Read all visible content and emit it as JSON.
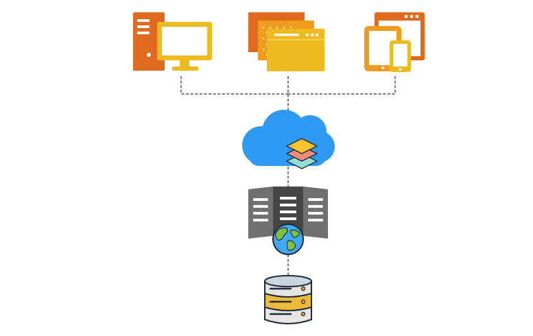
{
  "diagram": {
    "nodes": [
      {
        "id": "desktop",
        "icon": "desktop-computer-icon"
      },
      {
        "id": "web-apps",
        "icon": "browser-windows-icon"
      },
      {
        "id": "mobile",
        "icon": "tablet-phone-icon"
      },
      {
        "id": "cloud",
        "icon": "cloud-layers-icon"
      },
      {
        "id": "web-server",
        "icon": "server-globe-icon"
      },
      {
        "id": "database",
        "icon": "database-icon"
      }
    ],
    "connectors": [
      {
        "from": "desktop",
        "to": "cloud",
        "style": "dotted"
      },
      {
        "from": "web-apps",
        "to": "cloud",
        "style": "dotted"
      },
      {
        "from": "mobile",
        "to": "cloud",
        "style": "dotted"
      },
      {
        "from": "cloud",
        "to": "web-server",
        "style": "dotted"
      },
      {
        "from": "web-server",
        "to": "database",
        "style": "dotted"
      }
    ],
    "colors": {
      "orange": "#E06B1F",
      "yellow": "#EEBB1E",
      "amber": "#F09B1C",
      "cloud": "#2E9AF3",
      "server_dark": "#4A4A4A",
      "server_mid": "#6B6B6B",
      "database_body": "#E5E5E5",
      "database_band": "#EDBA3A",
      "connector": "#7A7A7A"
    }
  }
}
